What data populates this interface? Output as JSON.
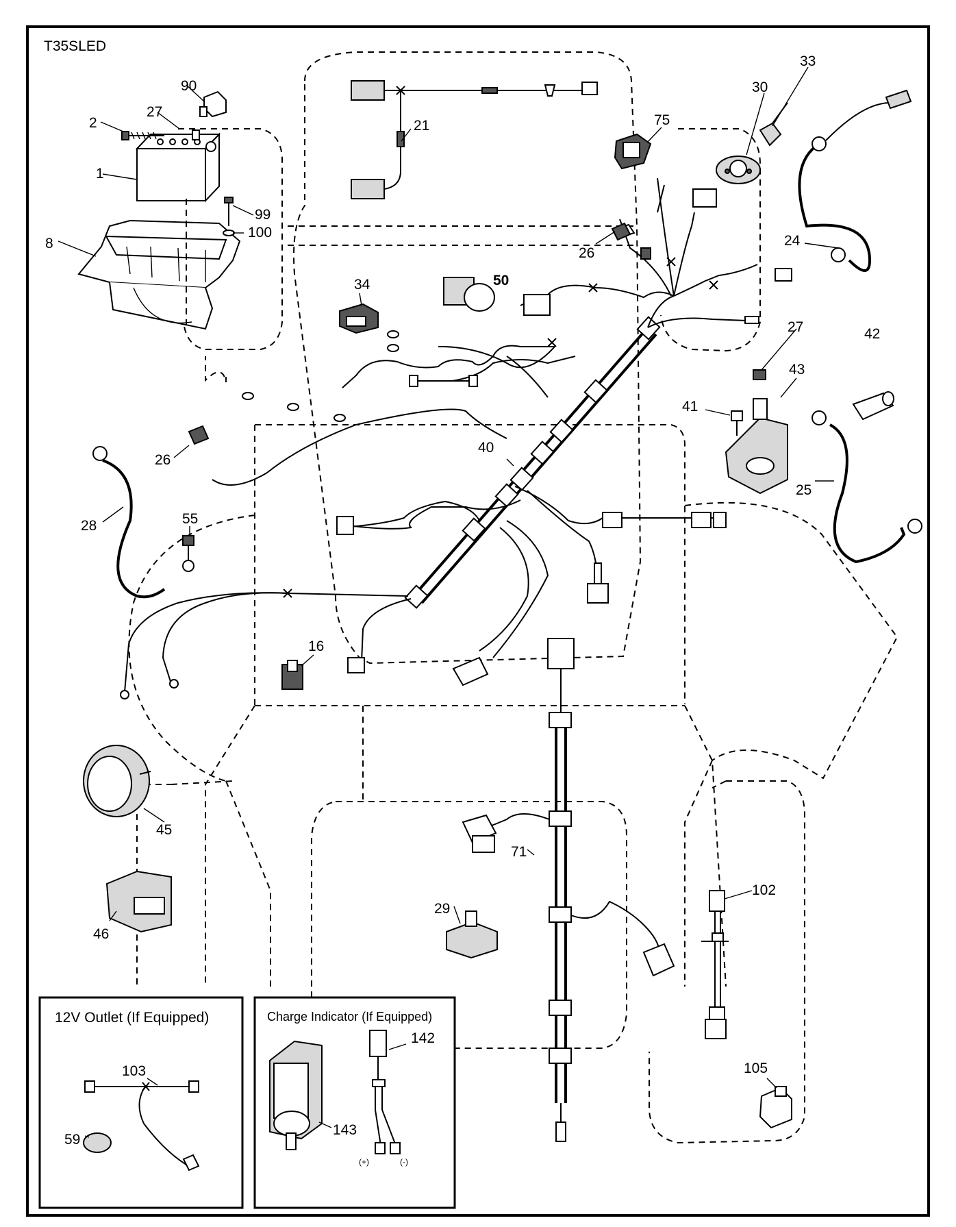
{
  "model": "T35SLED",
  "callouts": {
    "p1": "1",
    "p2": "2",
    "p8": "8",
    "p16": "16",
    "p21": "21",
    "p24": "24",
    "p25": "25",
    "p26a": "26",
    "p26b": "26",
    "p27a": "27",
    "p27b": "27",
    "p28": "28",
    "p29": "29",
    "p30": "30",
    "p33": "33",
    "p34": "34",
    "p40": "40",
    "p41": "41",
    "p42": "42",
    "p43": "43",
    "p45": "45",
    "p46": "46",
    "p50": "50",
    "p55": "55",
    "p59": "59",
    "p71": "71",
    "p75": "75",
    "p90": "90",
    "p99": "99",
    "p100": "100",
    "p102": "102",
    "p103": "103",
    "p105": "105",
    "p142": "142",
    "p143": "143"
  },
  "insets": {
    "outlet": {
      "title": "12V Outlet (If Equipped)"
    },
    "charge": {
      "title": "Charge Indicator (If Equipped)",
      "plus": "(+)",
      "minus": "(-)"
    }
  }
}
